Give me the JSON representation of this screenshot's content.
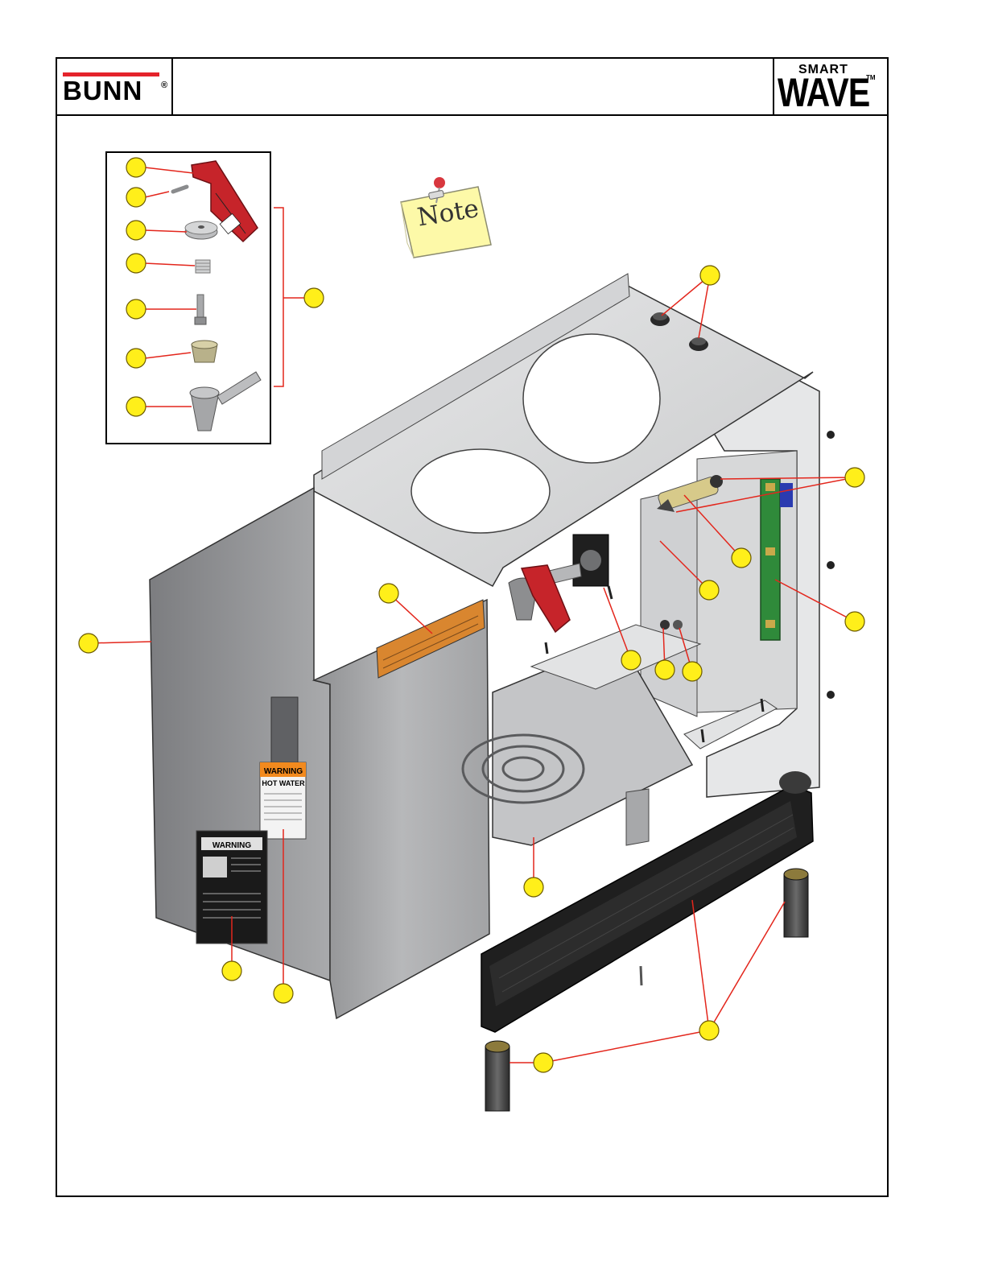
{
  "header": {
    "left_brand": "BUNN",
    "left_brand_mark": "®",
    "right_brand_top": "SMART",
    "right_brand_main": "WAVE",
    "right_brand_mark": "TM",
    "center_title": ""
  },
  "note": {
    "text": "Note",
    "icon": "pushpin-icon"
  },
  "labels": {
    "faucet_handle": "HOT WATER",
    "front_warning_title": "WARNING",
    "front_warning_subtitle": "HOT WATER",
    "bottom_warning_title": "WARNING"
  },
  "colors": {
    "frame": "#000000",
    "callout_fill": "#ffef1a",
    "callout_line": "#e3261c",
    "sheet_metal": "#d9dadb",
    "handle_red": "#c6242a",
    "bunn_red": "#e4232b",
    "trim_black": "#1f1f1f"
  }
}
